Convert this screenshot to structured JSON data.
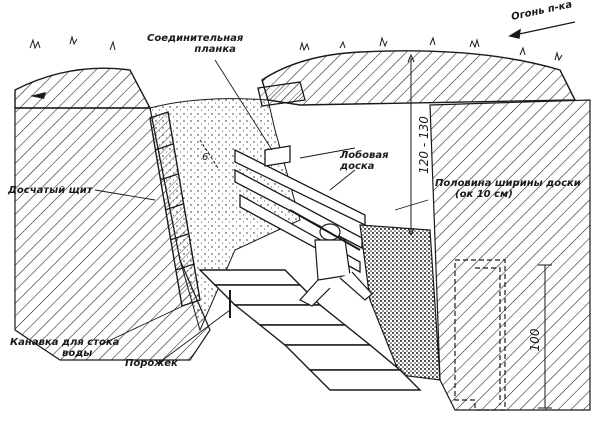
{
  "diagram": {
    "enemy_fire": "Огонь п-ка",
    "connecting_plank": [
      "Соединительная",
      "планка"
    ],
    "front_board": [
      "Лобовая",
      "доска"
    ],
    "half_board_width": [
      "Половина ширины доски",
      "(ок 10 см)"
    ],
    "plank_shield": "Досчатый щит",
    "drain_ditch": [
      "Канавка для стока",
      "воды"
    ],
    "threshold": "Порожек",
    "dim_height": "120 - 130",
    "dim_step": "100",
    "dim_small": "6"
  },
  "colors": {
    "ink": "#1a1a1a",
    "paper": "#ffffff"
  }
}
